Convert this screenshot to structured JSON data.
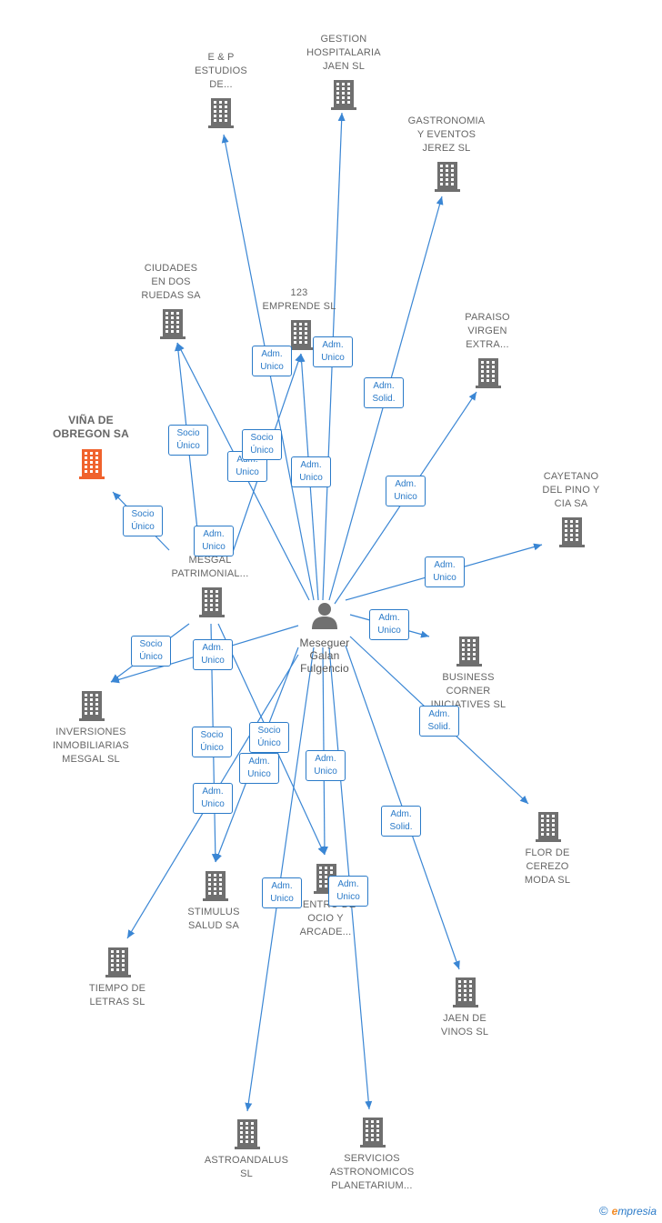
{
  "colors": {
    "edge": "#3a86d4",
    "building": "#6f6f6f",
    "highlight": "#f0622d",
    "person": "#707070"
  },
  "center": {
    "id": "person",
    "label": [
      "Meseguer",
      "Galan",
      "Fulgencio"
    ]
  },
  "nodes": [
    {
      "id": "ep",
      "label": [
        "E & P",
        "ESTUDIOS",
        "DE..."
      ]
    },
    {
      "id": "gestion",
      "label": [
        "GESTION",
        "HOSPITALARIA",
        "JAEN  SL"
      ]
    },
    {
      "id": "gastro",
      "label": [
        "GASTRONOMIA",
        "Y EVENTOS",
        "JEREZ  SL"
      ]
    },
    {
      "id": "ciudades",
      "label": [
        "CIUDADES",
        "EN DOS",
        "RUEDAS SA"
      ]
    },
    {
      "id": "emprende",
      "label": [
        "123",
        "EMPRENDE  SL"
      ]
    },
    {
      "id": "paraiso",
      "label": [
        "PARAISO",
        "VIRGEN",
        "EXTRA..."
      ]
    },
    {
      "id": "vina",
      "label": [
        "VIÑA DE",
        "OBREGON SA"
      ],
      "highlight": true
    },
    {
      "id": "cayetano",
      "label": [
        "CAYETANO",
        "DEL PINO Y",
        "CIA SA"
      ]
    },
    {
      "id": "mesgalpat",
      "label": [
        "...",
        "MESGAL",
        "PATRIMONIAL..."
      ]
    },
    {
      "id": "business",
      "label": [
        "BUSINESS",
        "CORNER",
        "INICIATIVES SL"
      ]
    },
    {
      "id": "inversiones",
      "label": [
        "INVERSIONES",
        "INMOBILIARIAS",
        "MESGAL  SL"
      ]
    },
    {
      "id": "flor",
      "label": [
        "FLOR DE",
        "CEREZO",
        "MODA  SL"
      ]
    },
    {
      "id": "stimulus",
      "label": [
        "STIMULUS",
        "SALUD SA"
      ]
    },
    {
      "id": "centro",
      "label": [
        "CENTRO DE",
        "OCIO Y",
        "ARCADE..."
      ]
    },
    {
      "id": "tiempo",
      "label": [
        "TIEMPO DE",
        "LETRAS  SL"
      ]
    },
    {
      "id": "jaenvinos",
      "label": [
        "JAEN DE",
        "VINOS  SL"
      ]
    },
    {
      "id": "astro",
      "label": [
        "ASTROANDALUS",
        "SL"
      ]
    },
    {
      "id": "servicios",
      "label": [
        "SERVICIOS",
        "ASTRONOMICOS",
        "PLANETARIUM..."
      ]
    }
  ],
  "edges": [
    {
      "from": "person",
      "to": "ep",
      "label": [
        "Adm.",
        "Unico"
      ]
    },
    {
      "from": "person",
      "to": "gestion",
      "label": [
        "Adm.",
        "Unico"
      ]
    },
    {
      "from": "person",
      "to": "gastro",
      "label": [
        "Adm.",
        "Solid."
      ]
    },
    {
      "from": "person",
      "to": "ciudades",
      "label": [
        "Adm.",
        "Unico"
      ]
    },
    {
      "from": "person",
      "to": "emprende",
      "label": [
        "Adm.",
        "Unico"
      ]
    },
    {
      "from": "person",
      "to": "paraiso",
      "label": [
        "Adm.",
        "Unico"
      ]
    },
    {
      "from": "person",
      "to": "cayetano",
      "label": [
        "Adm.",
        "Unico"
      ]
    },
    {
      "from": "person",
      "to": "business",
      "label": [
        "Adm.",
        "Unico"
      ]
    },
    {
      "from": "person",
      "to": "flor",
      "label": [
        "Adm.",
        "Solid."
      ]
    },
    {
      "from": "person",
      "to": "inversiones",
      "label": [
        "Adm.",
        "Unico"
      ]
    },
    {
      "from": "person",
      "to": "stimulus",
      "label": [
        "Adm.",
        "Unico"
      ]
    },
    {
      "from": "person",
      "to": "centro",
      "label": [
        "Adm.",
        "Unico"
      ]
    },
    {
      "from": "person",
      "to": "jaenvinos",
      "label": [
        "Adm.",
        "Solid."
      ]
    },
    {
      "from": "person",
      "to": "astro",
      "label": [
        "Adm.",
        "Unico"
      ]
    },
    {
      "from": "person",
      "to": "servicios",
      "label": [
        "Adm.",
        "Unico"
      ]
    },
    {
      "from": "person",
      "to": "tiempo",
      "label": [
        "Adm.",
        "Unico"
      ]
    },
    {
      "from": "mesgalpat",
      "to": "ciudades",
      "label": [
        "Socio",
        "Único"
      ]
    },
    {
      "from": "mesgalpat",
      "to": "emprende",
      "label": [
        "Socio",
        "Único"
      ]
    },
    {
      "from": "mesgalpat",
      "to": "vina",
      "label": [
        "Socio",
        "Único"
      ]
    },
    {
      "from": "mesgalpat",
      "to": "inversiones",
      "label": [
        "Socio",
        "Único"
      ]
    },
    {
      "from": "mesgalpat",
      "to": "stimulus",
      "label": [
        "Socio",
        "Único"
      ]
    },
    {
      "from": "mesgalpat",
      "to": "centro",
      "label": [
        "Socio",
        "Único"
      ]
    }
  ],
  "watermark": {
    "symbol": "©",
    "brand_initial": "e",
    "brand_rest": "mpresia"
  }
}
